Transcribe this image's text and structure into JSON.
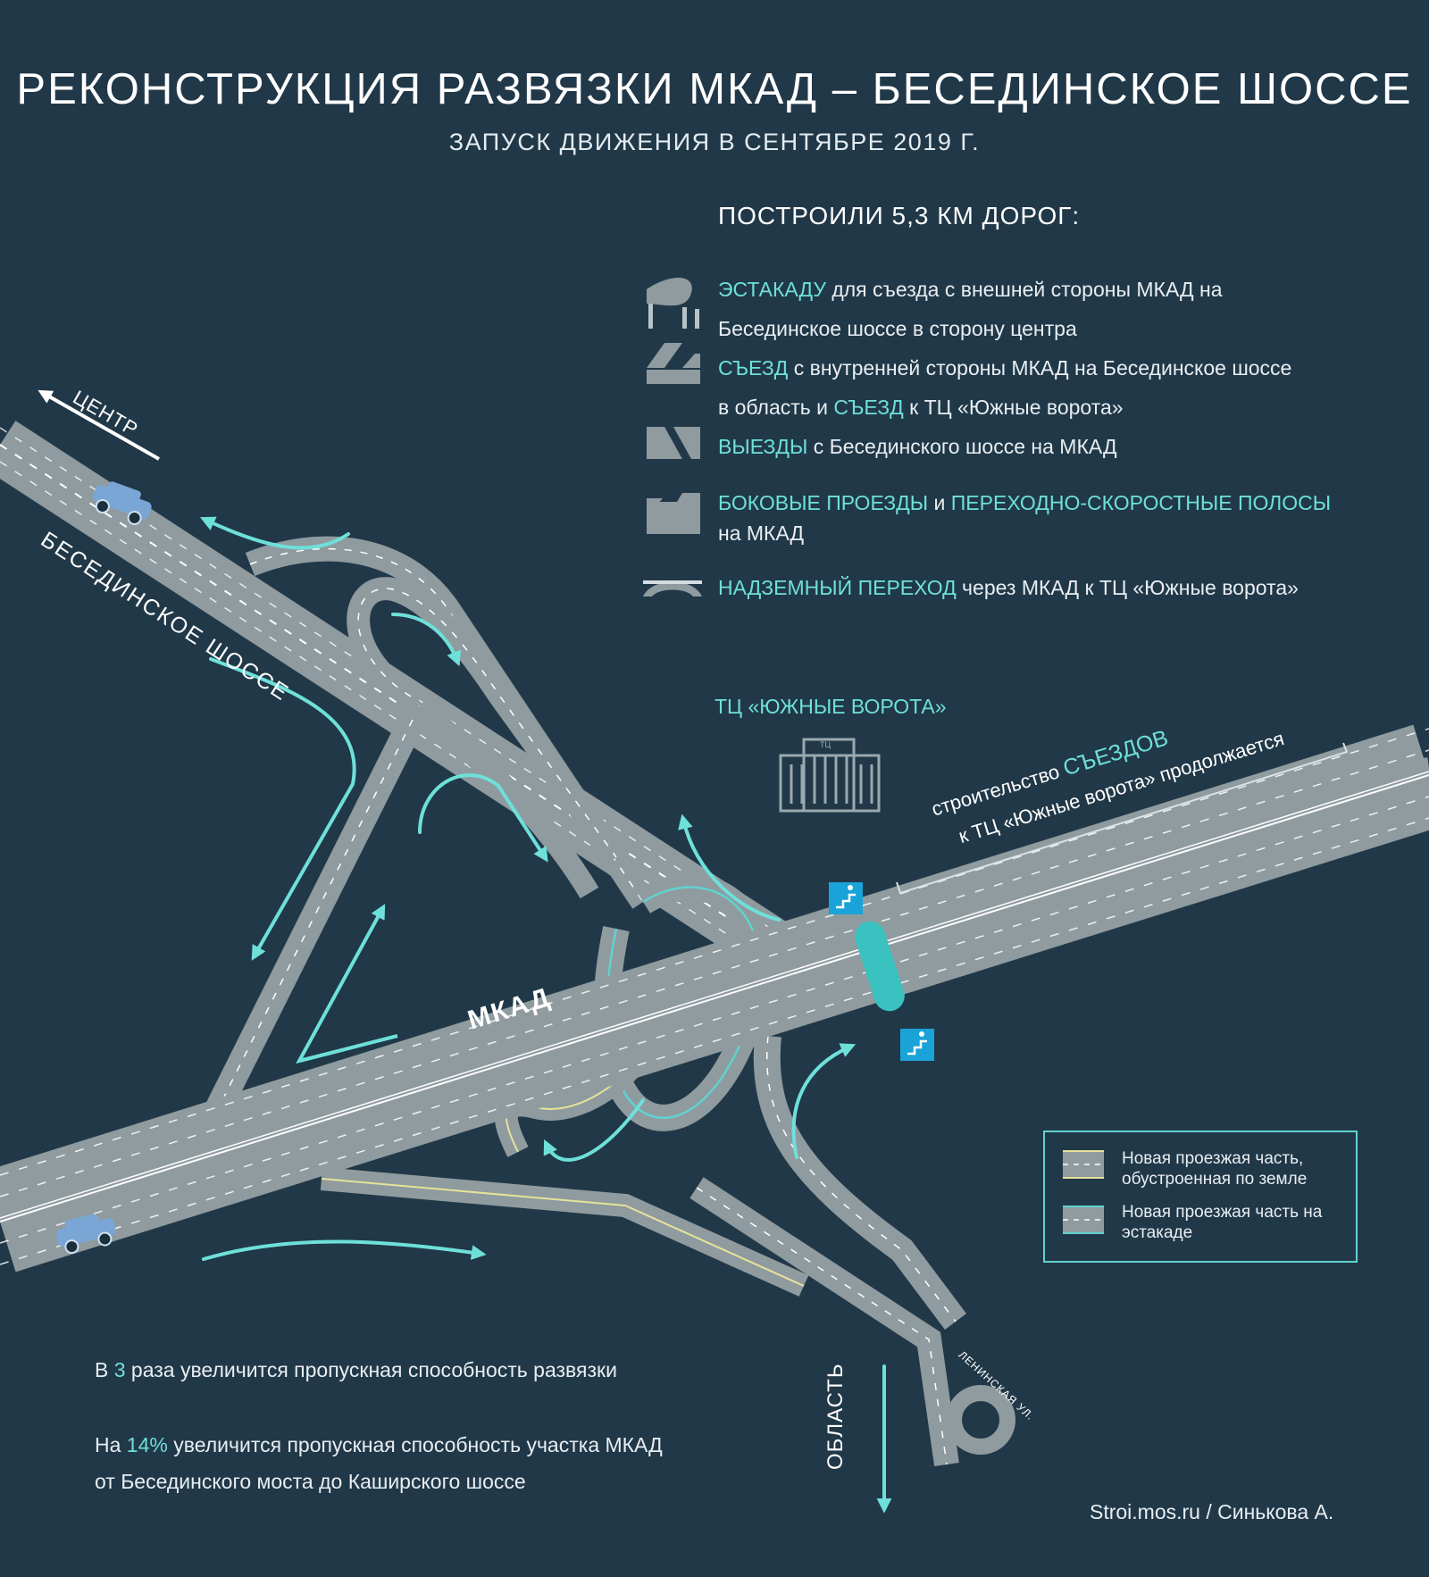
{
  "header": {
    "title": "РЕКОНСТРУКЦИЯ РАЗВЯЗКИ МКАД – БЕСЕДИНСКОЕ ШОССЕ",
    "subtitle": "ЗАПУСК ДВИЖЕНИЯ В СЕНТЯБРЕ 2019 Г."
  },
  "built": {
    "title": "ПОСТРОИЛИ 5,3 КМ ДОРОГ:",
    "items": [
      {
        "icon": "overpass-icon",
        "hl1": "ЭСТАКАДУ",
        "text1": " для съезда с внешней стороны МКАД на",
        "text2": "Бесединское шоссе в сторону центра"
      },
      {
        "icon": "exit-ramp-icon",
        "hl1": "СЪЕЗД",
        "text1": " с внутренней стороны МКАД на Бесединское шоссе",
        "text2": "в область и ",
        "hl2": "СЪЕЗД",
        "text3": " к ТЦ «Южные ворота»"
      },
      {
        "icon": "entry-ramp-icon",
        "hl1": "ВЫЕЗДЫ",
        "text1": " с Бесединского шоссе на МКАД"
      },
      {
        "icon": "side-road-icon",
        "hl1": "БОКОВЫЕ ПРОЕЗДЫ",
        "text1": " и ",
        "hl2": "ПЕРЕХОДНО-СКОРОСТНЫЕ ПОЛОСЫ",
        "text2": "на МКАД"
      },
      {
        "icon": "pedestrian-bridge-icon",
        "hl1": "НАДЗЕМНЫЙ ПЕРЕХОД",
        "text1": " через МКАД к ТЦ «Южные ворота»"
      }
    ]
  },
  "map": {
    "center_label": "ЦЕНТР",
    "highway_label": "БЕСЕДИНСКОЕ ШОССЕ",
    "mkad_label": "МКАД",
    "mall_label": "ТЦ «ЮЖНЫЕ ВОРОТА»",
    "mall_sign": "ТЦ",
    "construction_line1_a": "строительство ",
    "construction_line1_b": "СЪЕЗДОВ",
    "construction_line2": "к ТЦ «Южные ворота» продолжается",
    "region_label": "ОБЛАСТЬ",
    "street_label": "ЛЕНИНСКАЯ УЛ.",
    "colors": {
      "background": "#213848",
      "road": "#8f9b9f",
      "ground_edge": "#e6e29a",
      "overpass_edge": "#5fd3d0",
      "arrow": "#6ee0da",
      "car": "#7aa6d6"
    }
  },
  "key": {
    "ground": "Новая проезжая часть, обустроенная по земле",
    "overpass": "Новая проезжая часть на эстакаде"
  },
  "stats": {
    "s1_a": "В ",
    "s1_num": "3",
    "s1_b": " раза увеличится пропускная способность развязки",
    "s2_a": "На ",
    "s2_num": "14%",
    "s2_b": " увеличится пропускная способность участка МКАД",
    "s2_c": "от Бесединского моста до Каширского шоссе"
  },
  "credit": "Stroi.mos.ru / Синькова А."
}
